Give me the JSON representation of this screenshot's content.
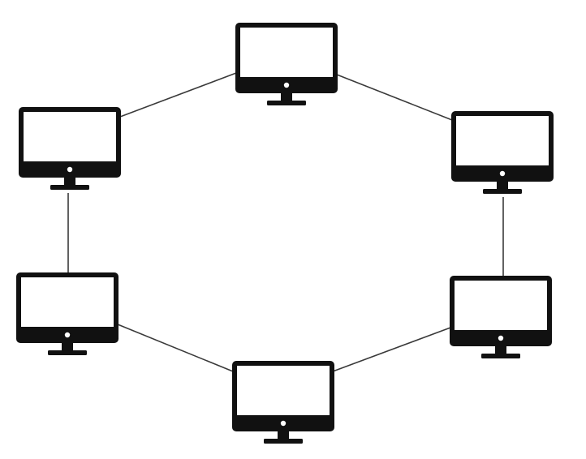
{
  "diagram": {
    "topology": "ring",
    "nodes": [
      {
        "id": "top"
      },
      {
        "id": "upper-right"
      },
      {
        "id": "lower-right"
      },
      {
        "id": "bottom"
      },
      {
        "id": "lower-left"
      },
      {
        "id": "upper-left"
      }
    ],
    "links": [
      [
        "top",
        "upper-right"
      ],
      [
        "upper-right",
        "lower-right"
      ],
      [
        "lower-right",
        "bottom"
      ],
      [
        "bottom",
        "lower-left"
      ],
      [
        "lower-left",
        "upper-left"
      ],
      [
        "upper-left",
        "top"
      ]
    ],
    "colors": {
      "monitor": "#111111",
      "screen": "#ffffff",
      "line": "#3a3a3a",
      "background": "#ffffff"
    }
  }
}
